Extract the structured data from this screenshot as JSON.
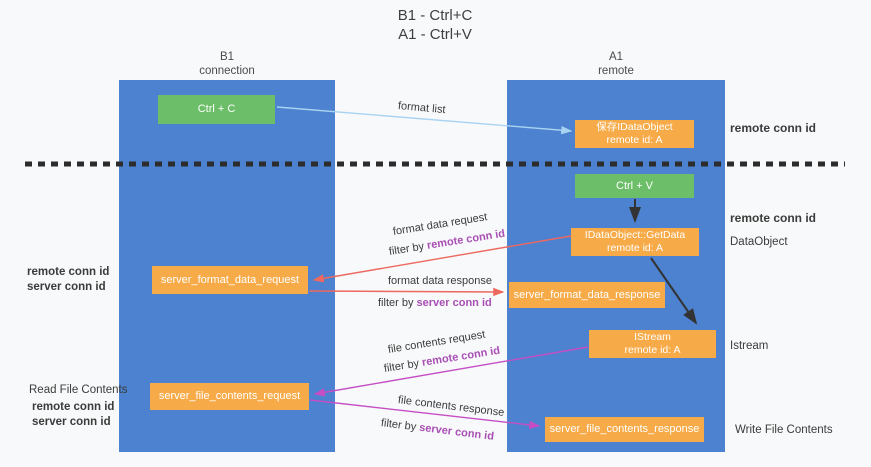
{
  "title": {
    "line1": "B1 - Ctrl+C",
    "line2": "A1 - Ctrl+V"
  },
  "lanes": {
    "left": {
      "title": "B1",
      "subtitle": "connection"
    },
    "right": {
      "title": "A1",
      "subtitle": "remote"
    }
  },
  "nodes": {
    "ctrl_c": "Ctrl + C",
    "store_dataobject": {
      "line1": "保存IDataObject",
      "line2": "remote id: A"
    },
    "ctrl_v": "Ctrl + V",
    "getdata": {
      "line1": "IDataObject::GetData",
      "line2": "remote id: A"
    },
    "server_format_data_request": "server_format_data_request",
    "server_format_data_response": "server_format_data_response",
    "istream": {
      "line1": "IStream",
      "line2": "remote id: A"
    },
    "server_file_contents_request": "server_file_contents_request",
    "server_file_contents_response": "server_file_contents_response"
  },
  "arrow_labels": {
    "format_list": "format list",
    "format_data_request": "format data request",
    "format_data_response": "format data response",
    "file_contents_request": "file contents request",
    "file_contents_response": "file contents response",
    "filter_by": "filter by",
    "remote_conn_id": "remote conn id",
    "server_conn_id": "server conn id"
  },
  "side_labels": {
    "remote_conn_id": "remote conn id",
    "server_conn_id": "server conn id",
    "dataobject": "DataObject",
    "istream": "Istream",
    "read_file_contents": "Read File Contents",
    "write_file_contents": "Write File Contents"
  },
  "colors": {
    "lane_blue": "#4c82cf",
    "box_orange": "#f7aa48",
    "box_green": "#6cbe68",
    "arrow_red": "#ed685e",
    "arrow_magenta": "#c54ec5",
    "arrow_light_blue": "#a8d4f2",
    "arrow_dark": "#333333",
    "text_purple": "#a94fb5",
    "text_green": "#57b25e"
  }
}
